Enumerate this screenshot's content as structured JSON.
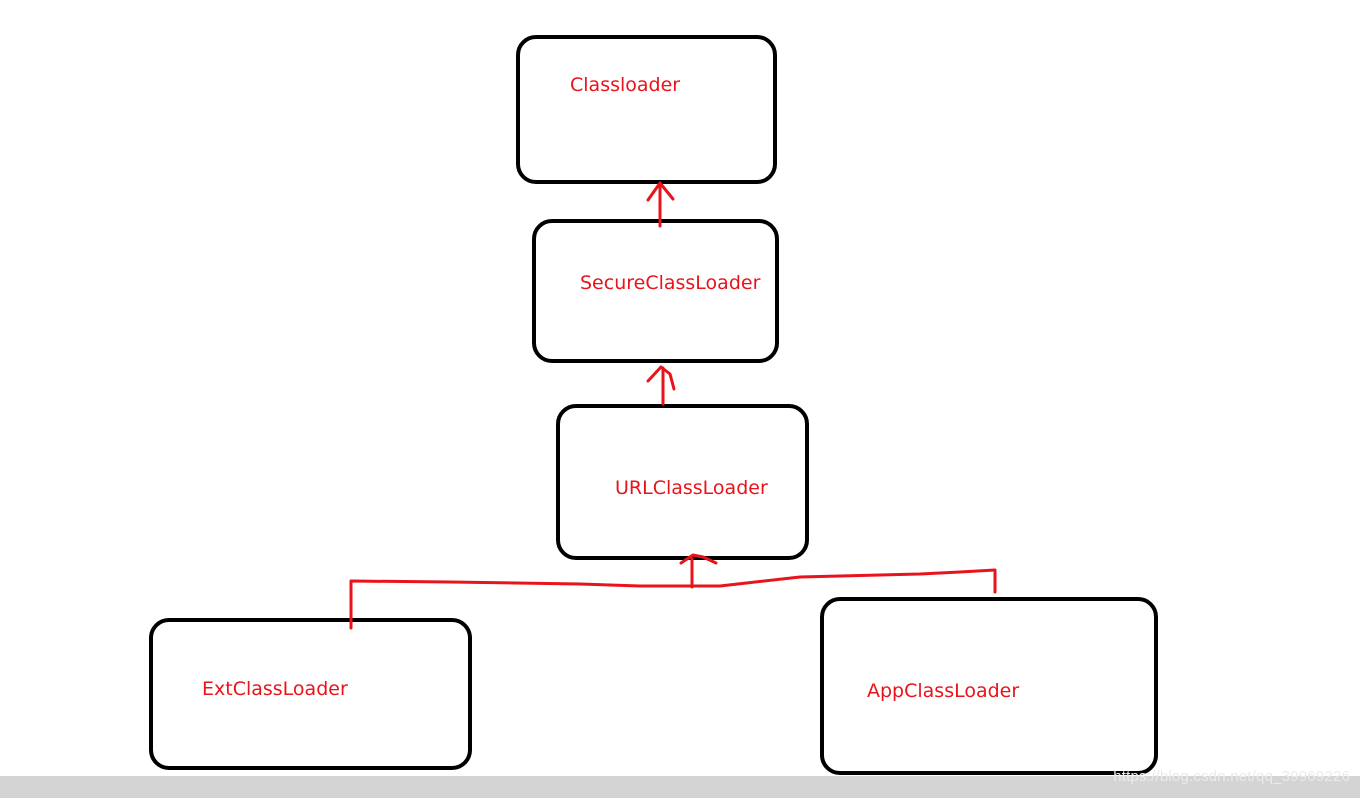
{
  "diagram": {
    "nodes": [
      {
        "id": "classloader",
        "label": "Classloader"
      },
      {
        "id": "secure",
        "label": "SecureClassLoader"
      },
      {
        "id": "url",
        "label": "URLClassLoader"
      },
      {
        "id": "ext",
        "label": "ExtClassLoader"
      },
      {
        "id": "app",
        "label": "AppClassLoader"
      }
    ],
    "edges": [
      {
        "from": "secure",
        "to": "classloader"
      },
      {
        "from": "url",
        "to": "secure"
      },
      {
        "from": "ext",
        "to": "url"
      },
      {
        "from": "app",
        "to": "url"
      }
    ]
  },
  "colors": {
    "box_border": "#000000",
    "label": "#e8141b",
    "connector": "#e8141b",
    "bottom_strip": "#d4d4d4"
  },
  "watermark": "https://blog.csdn.net/qq_39969226"
}
